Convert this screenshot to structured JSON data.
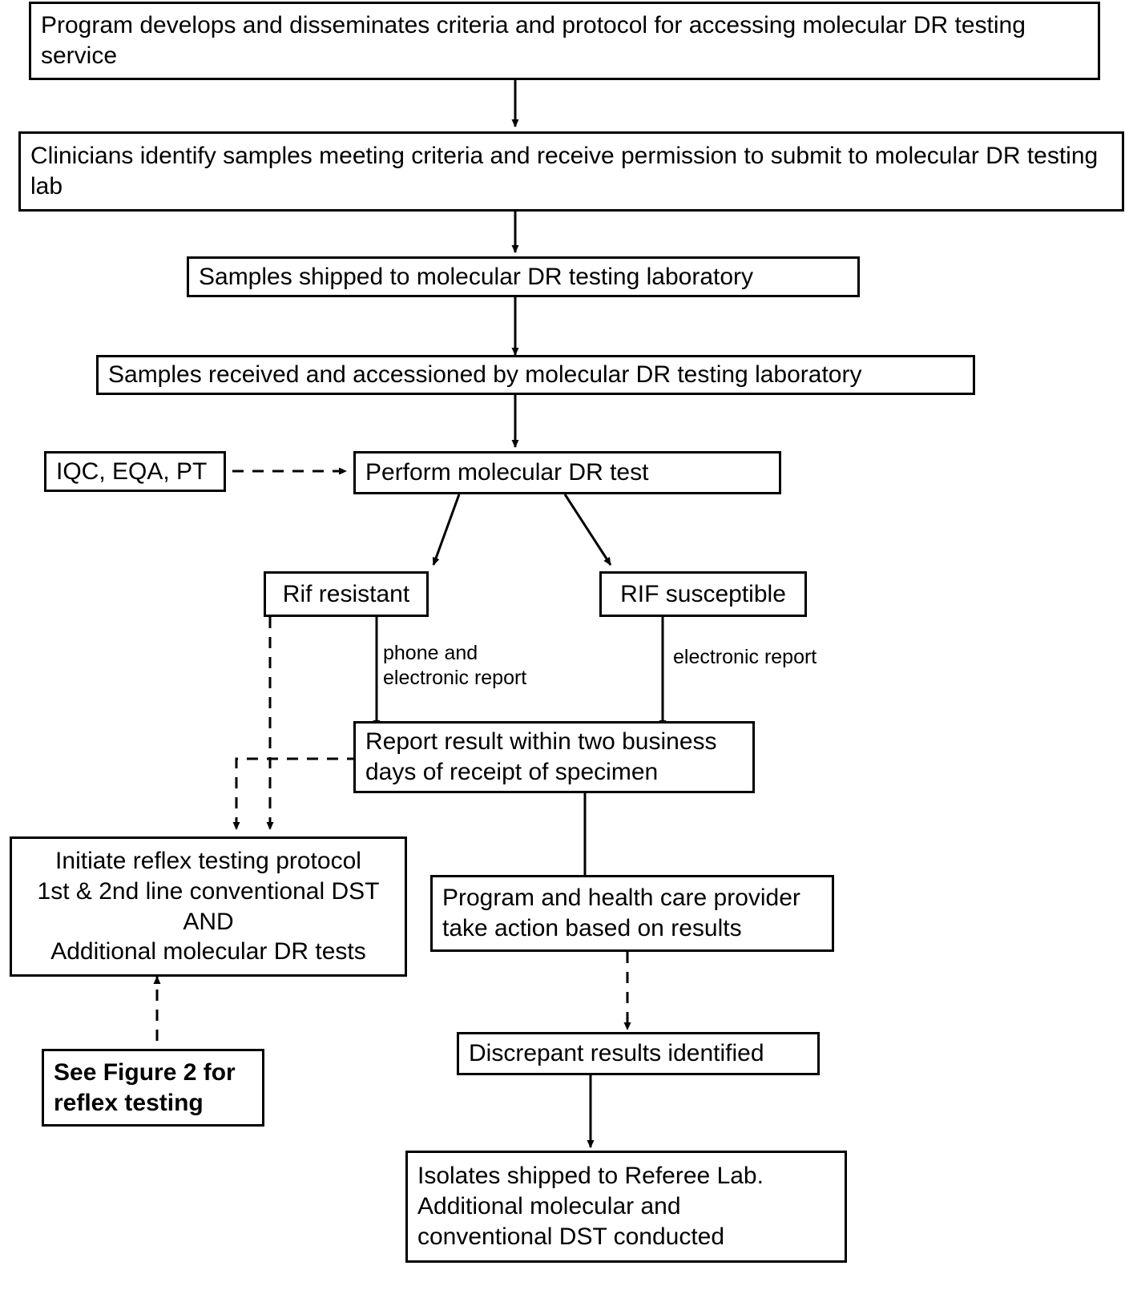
{
  "diagram": {
    "type": "flowchart",
    "title_visible": false,
    "background_color": "#ffffff",
    "line_color": "#000000",
    "text_color": "#000000",
    "nodes": [
      {
        "id": "program_develops",
        "label": "Program develops and disseminates criteria and protocol for accessing molecular DR testing service",
        "style": "solid"
      },
      {
        "id": "clinicians_identify",
        "label": "Clinicians identify samples meeting criteria and receive permission to submit to molecular DR testing lab",
        "style": "solid"
      },
      {
        "id": "samples_shipped",
        "label": "Samples shipped to molecular DR testing laboratory",
        "style": "solid"
      },
      {
        "id": "samples_received",
        "label": "Samples received and accessioned by molecular DR testing laboratory",
        "style": "solid"
      },
      {
        "id": "iqc_eqa_pt",
        "label": "IQC, EQA, PT",
        "style": "solid"
      },
      {
        "id": "perform_test",
        "label": "Perform molecular DR test",
        "style": "solid"
      },
      {
        "id": "rif_resistant",
        "label": "Rif resistant",
        "style": "solid"
      },
      {
        "id": "rif_susceptible",
        "label": "RIF susceptible",
        "style": "solid"
      },
      {
        "id": "report_result",
        "label": "Report result within two business\ndays of receipt of specimen",
        "style": "solid"
      },
      {
        "id": "initiate_reflex",
        "label": "Initiate reflex testing protocol\n1st & 2nd line conventional DST\nAND\nAdditional molecular DR tests",
        "style": "solid"
      },
      {
        "id": "see_figure_2",
        "label": "See Figure 2 for\nreflex testing",
        "style": "solid-bold"
      },
      {
        "id": "program_action",
        "label": "Program and health care provider\ntake action based on results",
        "style": "solid"
      },
      {
        "id": "discrepant_results",
        "label": "Discrepant results identified",
        "style": "solid"
      },
      {
        "id": "isolates_shipped",
        "label": "Isolates shipped to Referee Lab.\nAdditional molecular and\nconventional DST conducted",
        "style": "solid"
      }
    ],
    "edges": [
      {
        "id": "e1",
        "from": "program_develops",
        "to": "clinicians_identify",
        "style": "solid",
        "label": ""
      },
      {
        "id": "e2",
        "from": "clinicians_identify",
        "to": "samples_shipped",
        "style": "solid",
        "label": ""
      },
      {
        "id": "e3",
        "from": "samples_shipped",
        "to": "samples_received",
        "style": "solid",
        "label": ""
      },
      {
        "id": "e4",
        "from": "samples_received",
        "to": "perform_test",
        "style": "solid",
        "label": ""
      },
      {
        "id": "e5",
        "from": "iqc_eqa_pt",
        "to": "perform_test",
        "style": "dashed",
        "label": ""
      },
      {
        "id": "e6",
        "from": "perform_test",
        "to": "rif_resistant",
        "style": "solid",
        "label": ""
      },
      {
        "id": "e7",
        "from": "perform_test",
        "to": "rif_susceptible",
        "style": "solid",
        "label": ""
      },
      {
        "id": "e8",
        "from": "rif_resistant",
        "to": "report_result",
        "style": "solid",
        "label": "phone and\nelectronic report"
      },
      {
        "id": "e9",
        "from": "rif_susceptible",
        "to": "report_result",
        "style": "solid",
        "label": "electronic report"
      },
      {
        "id": "e10",
        "from": "rif_resistant",
        "to": "initiate_reflex",
        "style": "dashed",
        "label": ""
      },
      {
        "id": "e11",
        "from": "report_result",
        "to": "initiate_reflex",
        "style": "dashed",
        "label": ""
      },
      {
        "id": "e12",
        "from": "see_figure_2",
        "to": "initiate_reflex",
        "style": "dashed",
        "label": ""
      },
      {
        "id": "e13",
        "from": "report_result",
        "to": "program_action",
        "style": "solid",
        "label": ""
      },
      {
        "id": "e14",
        "from": "program_action",
        "to": "discrepant_results",
        "style": "dashed",
        "label": ""
      },
      {
        "id": "e15",
        "from": "discrepant_results",
        "to": "isolates_shipped",
        "style": "solid",
        "label": ""
      }
    ],
    "edge_labels": {
      "phone_and_electronic_report": "phone and\nelectronic report",
      "electronic_report": "electronic report"
    }
  }
}
